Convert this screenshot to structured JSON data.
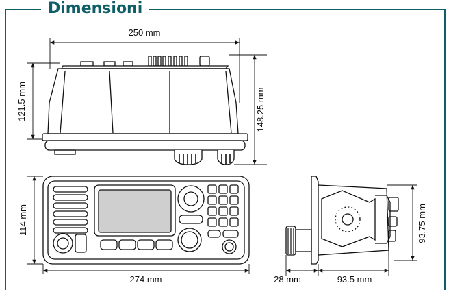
{
  "header": {
    "title": "Dimensioni"
  },
  "dimensions": {
    "top_width": "250 mm",
    "top_height_body": "121.5 mm",
    "top_height_total": "148.25 mm",
    "front_height": "114 mm",
    "front_width": "274 mm",
    "side_knob_depth": "28 mm",
    "side_body_depth": "93.5 mm",
    "side_height": "93.75 mm"
  },
  "colors": {
    "accent": "#0e5e66",
    "line": "#111111"
  }
}
